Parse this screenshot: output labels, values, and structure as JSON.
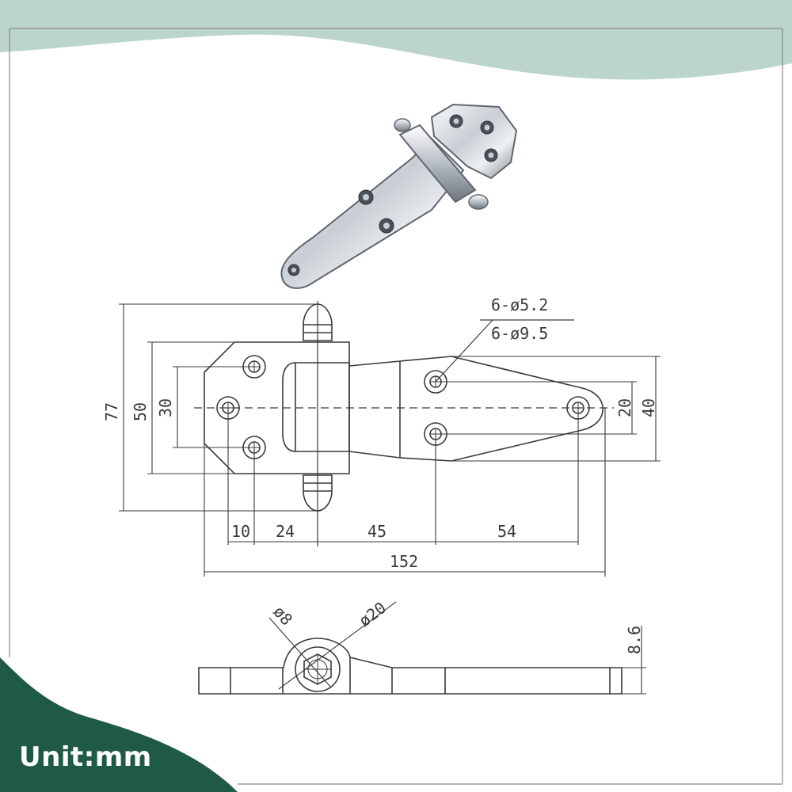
{
  "colors": {
    "banner": "#bcd5cc",
    "corner": "#1f5a45",
    "line": "#3a3a3a",
    "metal_light": "#eef1f4",
    "metal_dark": "#8a9098"
  },
  "unit_label": "Unit:mm",
  "product_photo": {
    "icon": "stainless-steel-hinge-photo"
  },
  "callouts": {
    "holes_small": "6-ø5.2",
    "holes_large": "6-ø9.5"
  },
  "dimensions": {
    "height_total": "77",
    "height_leaf": "50",
    "height_hole_span": "30",
    "width_hole_span": "20",
    "width_tail": "40",
    "gap_10": "10",
    "gap_24": "24",
    "gap_45": "45",
    "gap_54": "54",
    "length_total": "152"
  },
  "side_view": {
    "pin_diameter": "ø8",
    "knuckle_diameter": "ø20",
    "thickness": "8.6"
  }
}
